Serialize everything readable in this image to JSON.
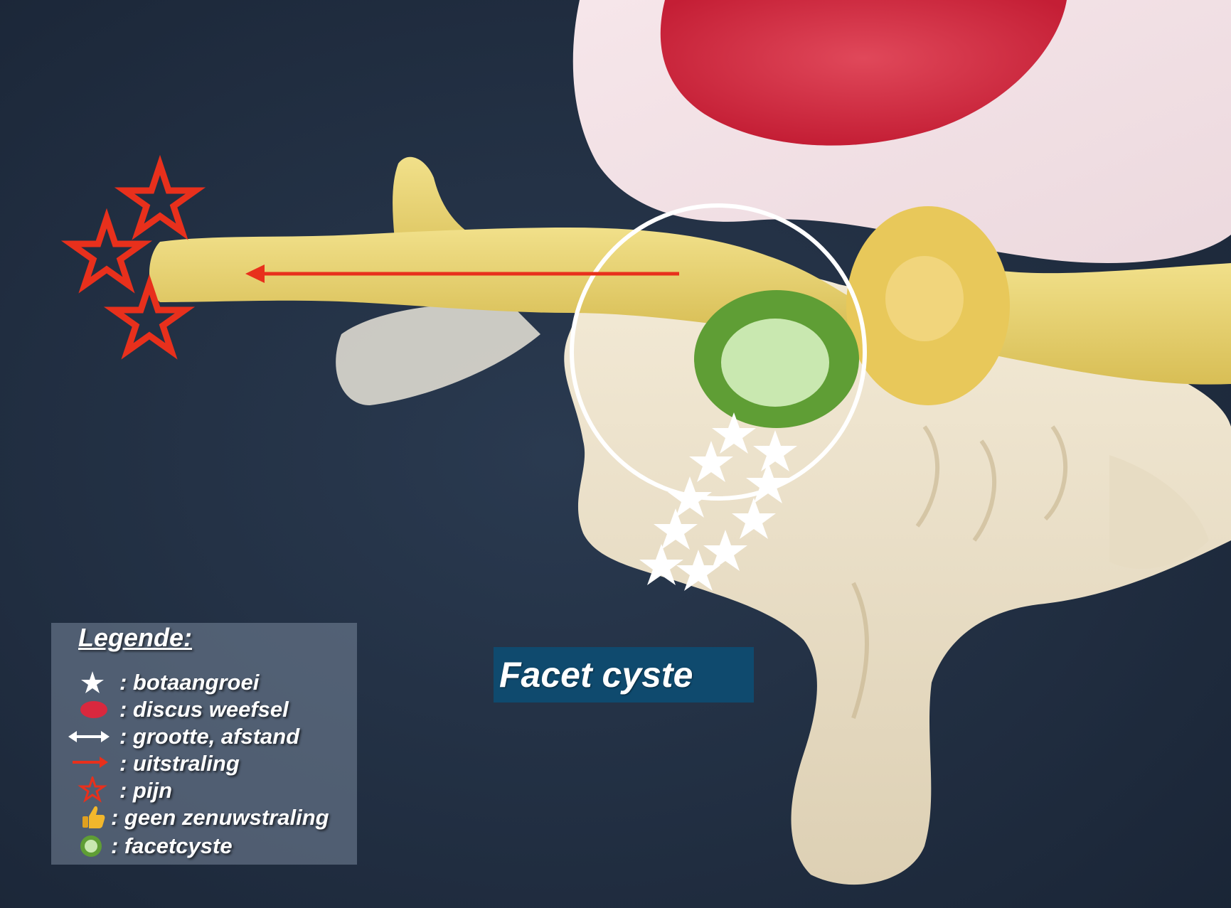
{
  "caption": "Facet cyste",
  "legend": {
    "title": "Legende:",
    "items": [
      {
        "icon": "white-star-icon",
        "label": ":  botaangroei"
      },
      {
        "icon": "red-oval-icon",
        "label": ":  discus weefsel"
      },
      {
        "icon": "double-arrow-icon",
        "label": ":  grootte, afstand"
      },
      {
        "icon": "red-arrow-icon",
        "label": ":  uitstraling"
      },
      {
        "icon": "red-star-outline-icon",
        "label": ":  pijn"
      },
      {
        "icon": "thumbs-up-icon",
        "label": ": geen zenuwstraling"
      },
      {
        "icon": "green-circle-icon",
        "label": ": facetcyste"
      }
    ]
  },
  "colors": {
    "background": "#1f2d3f",
    "nerve": "#e8d36a",
    "disc": "#d9283e",
    "cyst_ring": "#5f9e35",
    "cyst_fill": "#c9e8b0",
    "pain": "#e8301c",
    "arrow": "#e8301c",
    "caption_bg": "#0f4a6e"
  }
}
